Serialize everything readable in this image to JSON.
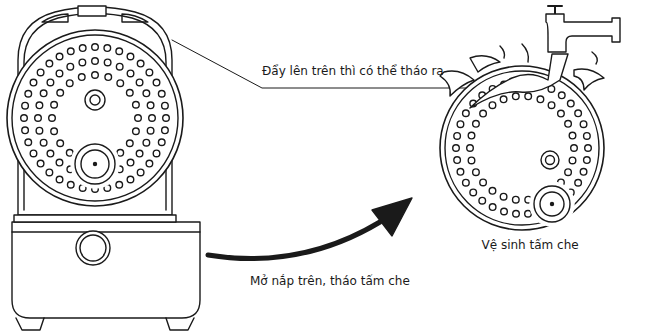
{
  "diagram": {
    "labels": [
      "Đẩy lên trên thì có thể tháo ra",
      "Mở nắp trên, tháo tấm che",
      "Vệ sinh tấm che"
    ]
  }
}
